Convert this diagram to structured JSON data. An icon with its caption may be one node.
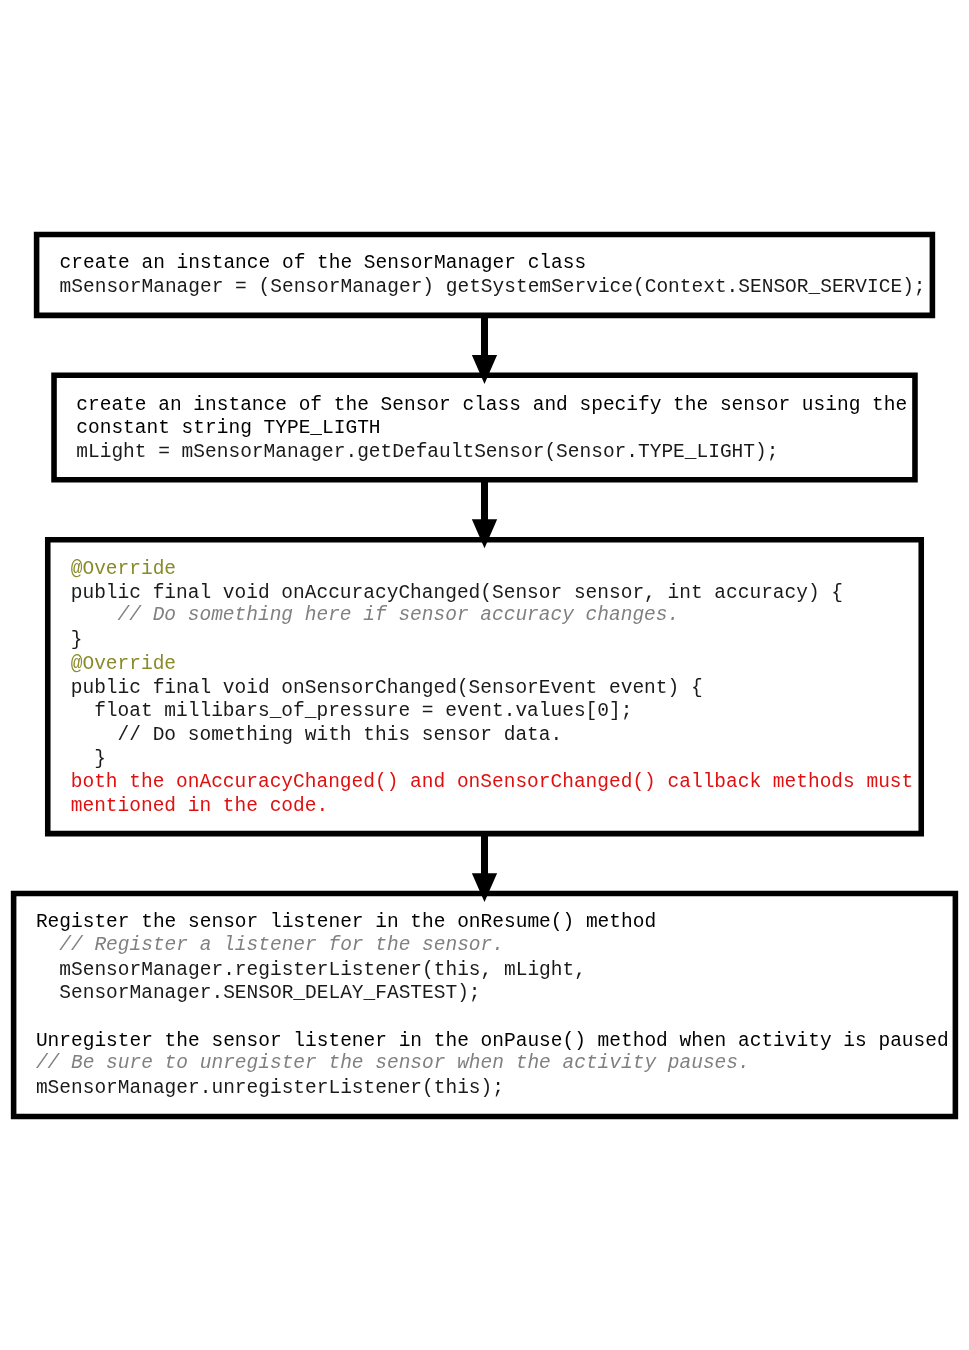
{
  "diagram": {
    "nodes": [
      {
        "text": [
          "create an instance of the SensorManager class",
          "mSensorManager = (SensorManager) getSystemService(Context.SENSOR_SERVICE);"
        ]
      },
      {
        "text": [
          "create an instance of the Sensor class and specify the sensor using the constant string TYPE_LIGTH",
          "mLight = mSensorManager.getDefaultSensor(Sensor.TYPE_LIGHT);"
        ]
      },
      {
        "text": [
          "@Override",
          "public final void onAccuracyChanged(Sensor sensor, int accuracy) {",
          "// Do something here if sensor accuracy changes.",
          "}",
          "@Override",
          "public final void onSensorChanged(SensorEvent event) {",
          "float millibars_of_pressure = event.values[0];",
          "// Do something with this sensor data.",
          "}",
          "both the onAccuracyChanged() and onSensorChanged() callback methods must mentioned in the code."
        ]
      },
      {
        "text": [
          "Register the sensor listener in the onResume() method",
          "// Register a listener for the sensor.",
          "mSensorManager.registerListener(this, mLight, SensorManager.SENSOR_DELAY_FASTEST);",
          "Unregister the sensor listener in the onPause() method when activity is paused",
          "// Be sure to unregister the sensor when the activity pauses.",
          "mSensorManager.unregisterListener(this);"
        ]
      }
    ],
    "edges": [
      {
        "from": 0,
        "to": 1,
        "arrow": "to"
      },
      {
        "from": 1,
        "to": 2,
        "arrow": "to"
      },
      {
        "from": 2,
        "to": 3,
        "arrow": "to"
      }
    ]
  }
}
